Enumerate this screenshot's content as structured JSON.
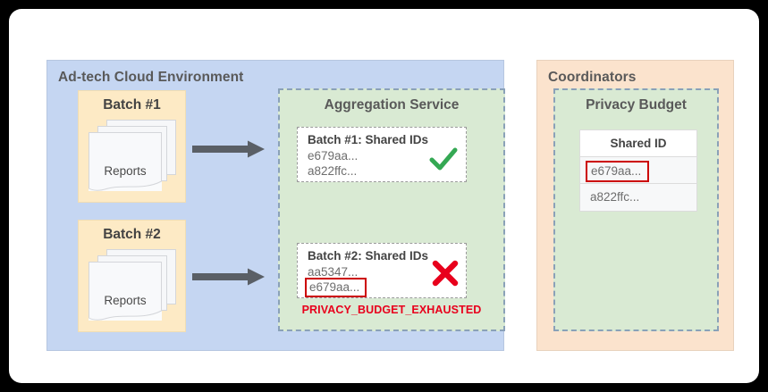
{
  "diagram": {
    "left_panel": {
      "title": "Ad-tech Cloud Environment",
      "color": "#c5d6f2",
      "batches": [
        {
          "label": "Batch #1",
          "reports_label": "Reports"
        },
        {
          "label": "Batch #2",
          "reports_label": "Reports"
        }
      ],
      "arrow_icon": "arrow-right-icon",
      "aggregation_service": {
        "title": "Aggregation Service",
        "color": "#d9ead3",
        "cards": [
          {
            "heading": "Batch #1: Shared IDs",
            "ids": [
              "e679aa...",
              "a822ffc..."
            ],
            "highlighted_id": null,
            "status_icon": "green-check-icon",
            "status": "accepted",
            "error": null
          },
          {
            "heading": "Batch #2: Shared IDs",
            "ids": [
              "aa5347...",
              "e679aa..."
            ],
            "highlighted_id": "e679aa...",
            "status_icon": "red-cross-icon",
            "status": "rejected",
            "error": "PRIVACY_BUDGET_EXHAUSTED"
          }
        ]
      }
    },
    "right_panel": {
      "title": "Coordinators",
      "color": "#fbe3cd",
      "privacy_budget": {
        "title": "Privacy Budget",
        "color": "#d9ead3",
        "table": {
          "columns": [
            "Shared ID"
          ],
          "rows": [
            {
              "value": "e679aa...",
              "highlighted": true
            },
            {
              "value": "a822ffc...",
              "highlighted": false
            }
          ]
        }
      }
    },
    "accent_colors": {
      "error_red": "#e8001c",
      "highlight_border": "#cc0000",
      "check_green": "#34a853",
      "arrow_gray": "#5a5f66"
    }
  }
}
